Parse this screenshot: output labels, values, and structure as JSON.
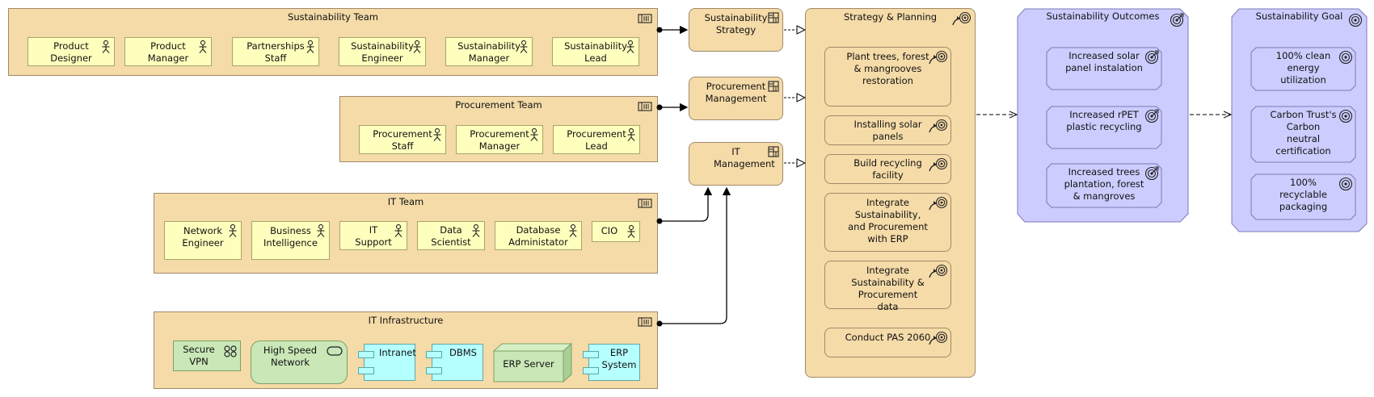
{
  "colors": {
    "business": "#f5dba8",
    "actor": "#ffffbd",
    "motivation": "#ccccff",
    "technology": "#c9e7b7",
    "application": "#b5ffff",
    "line": "#000000"
  },
  "groups": {
    "sustainability_team": {
      "title": "Sustainability Team",
      "actors": [
        {
          "label": "Product Designer"
        },
        {
          "label": "Product Manager"
        },
        {
          "label": "Partnerships Staff"
        },
        {
          "label": "Sustainability Engineer"
        },
        {
          "label": "Sustainability Manager"
        },
        {
          "label": "Sustainability Lead"
        }
      ]
    },
    "procurement_team": {
      "title": "Procurement Team",
      "actors": [
        {
          "label": "Procurement Staff"
        },
        {
          "label": "Procurement Manager"
        },
        {
          "label": "Procurement Lead"
        }
      ]
    },
    "it_team": {
      "title": "IT Team",
      "actors": [
        {
          "label": "Network Engineer"
        },
        {
          "label": "Business Intelligence"
        },
        {
          "label": "IT Support"
        },
        {
          "label": "Data Scientist"
        },
        {
          "label": "Database Administator"
        },
        {
          "label": "CIO"
        }
      ]
    },
    "it_infrastructure": {
      "title": "IT Infrastructure",
      "items": {
        "vpn": "Secure VPN",
        "network": "High Speed Network",
        "intranet": "Intranet",
        "dbms": "DBMS",
        "erp_server": "ERP Server",
        "erp_system": "ERP System"
      }
    }
  },
  "functions": {
    "sustainability_strategy": "Sustainability Strategy",
    "procurement_management": "Procurement Management",
    "it_management": "IT Management"
  },
  "strategy": {
    "title": "Strategy & Planning",
    "items": [
      {
        "label": "Plant trees, forest & mangrooves restoration"
      },
      {
        "label": "Installing solar panels"
      },
      {
        "label": "Build recycling facility"
      },
      {
        "label": "Integrate Sustainability, and Procurement with ERP"
      },
      {
        "label": "Integrate Sustainability & Procurement data"
      },
      {
        "label": "Conduct PAS 2060"
      }
    ]
  },
  "outcomes": {
    "title": "Sustainability Outcomes",
    "items": [
      {
        "label": "Increased solar panel instalation"
      },
      {
        "label": "Increased rPET plastic recycling"
      },
      {
        "label": "Increased trees plantation, forest & mangroves"
      }
    ]
  },
  "goals": {
    "title": "Sustainability Goal",
    "items": [
      {
        "label": "100% clean energy utilization"
      },
      {
        "label": "Carbon Trust's Carbon neutral certification"
      },
      {
        "label": "100% recyclable packaging"
      }
    ]
  },
  "icons": {
    "actor": "actor-icon",
    "group": "group-icon",
    "function": "function-icon",
    "course_of_action": "course-of-action-icon",
    "outcome": "outcome-icon",
    "goal": "goal-icon",
    "communication_network": "communication-network-icon",
    "path": "path-icon",
    "component": "component-icon",
    "node": "node-icon"
  }
}
